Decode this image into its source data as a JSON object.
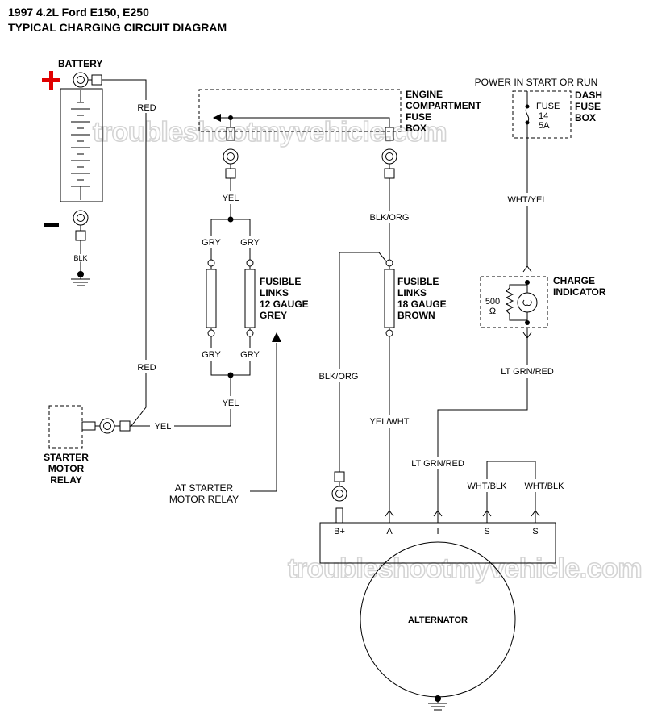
{
  "title": {
    "line1": "1997 4.2L Ford E150, E250",
    "line2": "TYPICAL CHARGING CIRCUIT DIAGRAM"
  },
  "watermark": "troubleshootmyvehicle.com",
  "battery": {
    "label": "BATTERY",
    "plus": "+",
    "minus": "-",
    "negative_wire": "BLK"
  },
  "engine_fuse_box": {
    "line1": "ENGINE",
    "line2": "COMPARTMENT",
    "line3": "FUSE",
    "line4": "BOX"
  },
  "dash_fuse_box": {
    "line1": "DASH",
    "line2": "FUSE",
    "line3": "BOX",
    "power_label": "POWER IN START OR RUN",
    "fuse_label": "FUSE",
    "fuse_number": "14",
    "fuse_rating": "5A"
  },
  "fusible_links_12": {
    "line1": "FUSIBLE",
    "line2": "LINKS",
    "line3": "12 GAUGE",
    "line4": "GREY"
  },
  "fusible_links_18": {
    "line1": "FUSIBLE",
    "line2": "LINKS",
    "line3": "18 GAUGE",
    "line4": "BROWN"
  },
  "charge_indicator": {
    "line1": "CHARGE",
    "line2": "INDICATOR",
    "resistor_value": "500",
    "resistor_unit": "Ω"
  },
  "starter_relay": {
    "line1": "STARTER",
    "line2": "MOTOR",
    "line3": "RELAY"
  },
  "at_starter": {
    "line1": "AT STARTER",
    "line2": "MOTOR RELAY"
  },
  "wires": {
    "red_top": "RED",
    "red_bottom": "RED",
    "yel_top": "YEL",
    "gry_tl": "GRY",
    "gry_tr": "GRY",
    "gry_bl": "GRY",
    "gry_br": "GRY",
    "yel_mid": "YEL",
    "yel_relay": "YEL",
    "blk_org_top": "BLK/ORG",
    "blk_org_left": "BLK/ORG",
    "yel_wht": "YEL/WHT",
    "wht_yel": "WHT/YEL",
    "lt_grn_red_top": "LT GRN/RED",
    "lt_grn_red_bottom": "LT GRN/RED",
    "wht_blk_left": "WHT/BLK",
    "wht_blk_right": "WHT/BLK"
  },
  "alternator": {
    "label": "ALTERNATOR",
    "terminals": [
      "B+",
      "A",
      "I",
      "S",
      "S"
    ]
  }
}
